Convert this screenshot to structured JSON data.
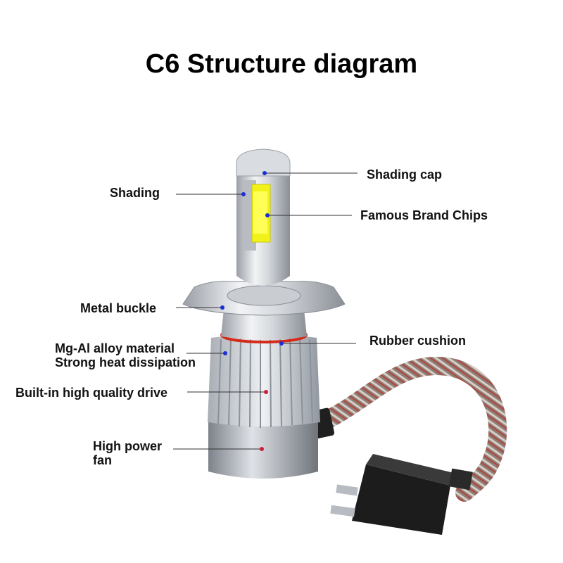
{
  "title": "C6 Structure diagram",
  "labels": {
    "shading_cap": "Shading cap",
    "shading": "Shading",
    "famous_chips": "Famous Brand Chips",
    "metal_buckle": "Metal buckle",
    "rubber_cushion": "Rubber cushion",
    "alloy_line1": "Mg-Al alloy material",
    "alloy_line2": "Strong heat dissipation",
    "drive": "Built-in high quality drive",
    "fan_line1": "High power",
    "fan_line2": "fan"
  },
  "colors": {
    "pointer_dot_blue": "#1a2fd6",
    "pointer_dot_red": "#cc1f3a",
    "led_chip": "#f2f21a",
    "rubber_ring": "#d42a1a",
    "leader_line": "#333333"
  }
}
